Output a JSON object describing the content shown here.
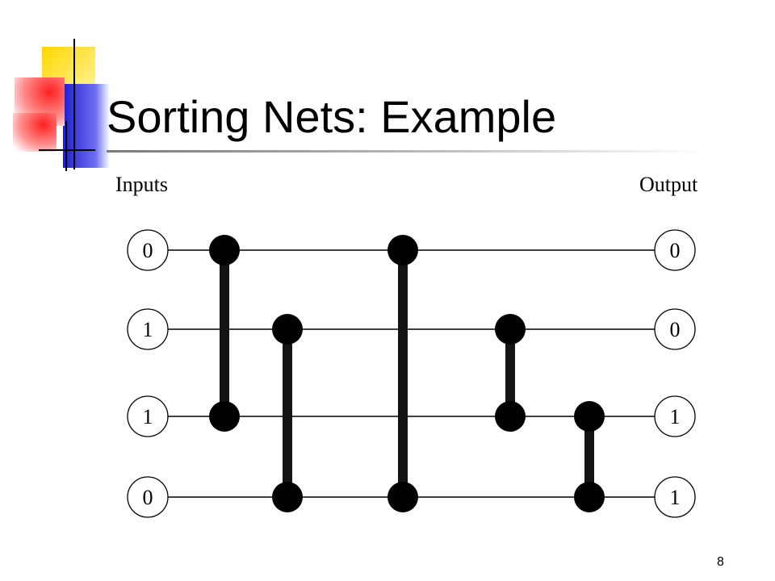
{
  "slide": {
    "title": "Sorting Nets: Example",
    "page_number": "8"
  },
  "network": {
    "inputs_label": "Inputs",
    "output_label": "Output",
    "inputs": [
      "0",
      "1",
      "1",
      "0"
    ],
    "outputs": [
      "0",
      "0",
      "1",
      "1"
    ],
    "comparators": [
      {
        "wires": [
          1,
          3
        ]
      },
      {
        "wires": [
          2,
          4
        ]
      },
      {
        "wires": [
          1,
          4
        ]
      },
      {
        "wires": [
          2,
          3
        ]
      },
      {
        "wires": [
          3,
          4
        ]
      }
    ]
  },
  "colors": {
    "deco_yellow": "#ffd700",
    "deco_blue": "#2b2bd6",
    "deco_red": "#ff3030"
  }
}
